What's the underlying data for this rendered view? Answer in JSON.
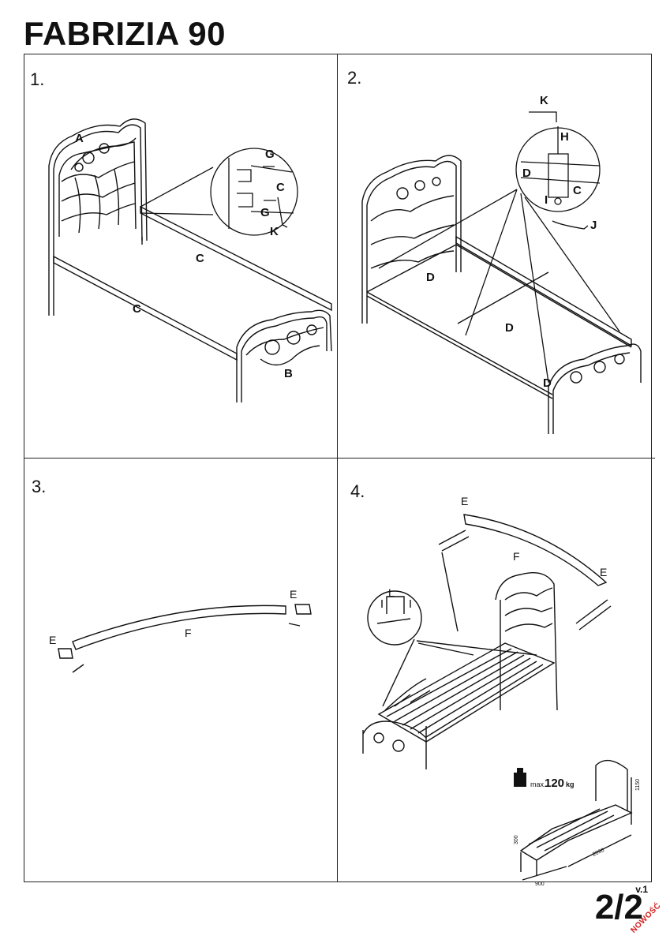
{
  "title": "FABRIZIA 90",
  "steps": [
    {
      "number": "1.",
      "labels": {
        "a": "A",
        "b": "B",
        "c1": "C",
        "c2": "C",
        "g1": "G",
        "g2": "G",
        "c3": "C",
        "k": "K"
      }
    },
    {
      "number": "2.",
      "labels": {
        "k": "K",
        "h": "H",
        "d_detail": "D",
        "c": "C",
        "i": "I",
        "j": "J",
        "d1": "D",
        "d2": "D",
        "d3": "D"
      }
    },
    {
      "number": "3.",
      "labels": {
        "e1": "E",
        "e2": "E",
        "f": "F"
      }
    },
    {
      "number": "4.",
      "labels": {
        "e1": "E",
        "e2": "E",
        "f": "F",
        "l": "L"
      },
      "max_load_prefix": "max.",
      "max_load_value": "120",
      "max_load_unit": "kg",
      "dimensions": {
        "height": "1150",
        "width": "900",
        "length": "2090",
        "side": "300"
      }
    }
  ],
  "page": "2/2",
  "version": "v.1",
  "badge": "NOWOŚĆ"
}
